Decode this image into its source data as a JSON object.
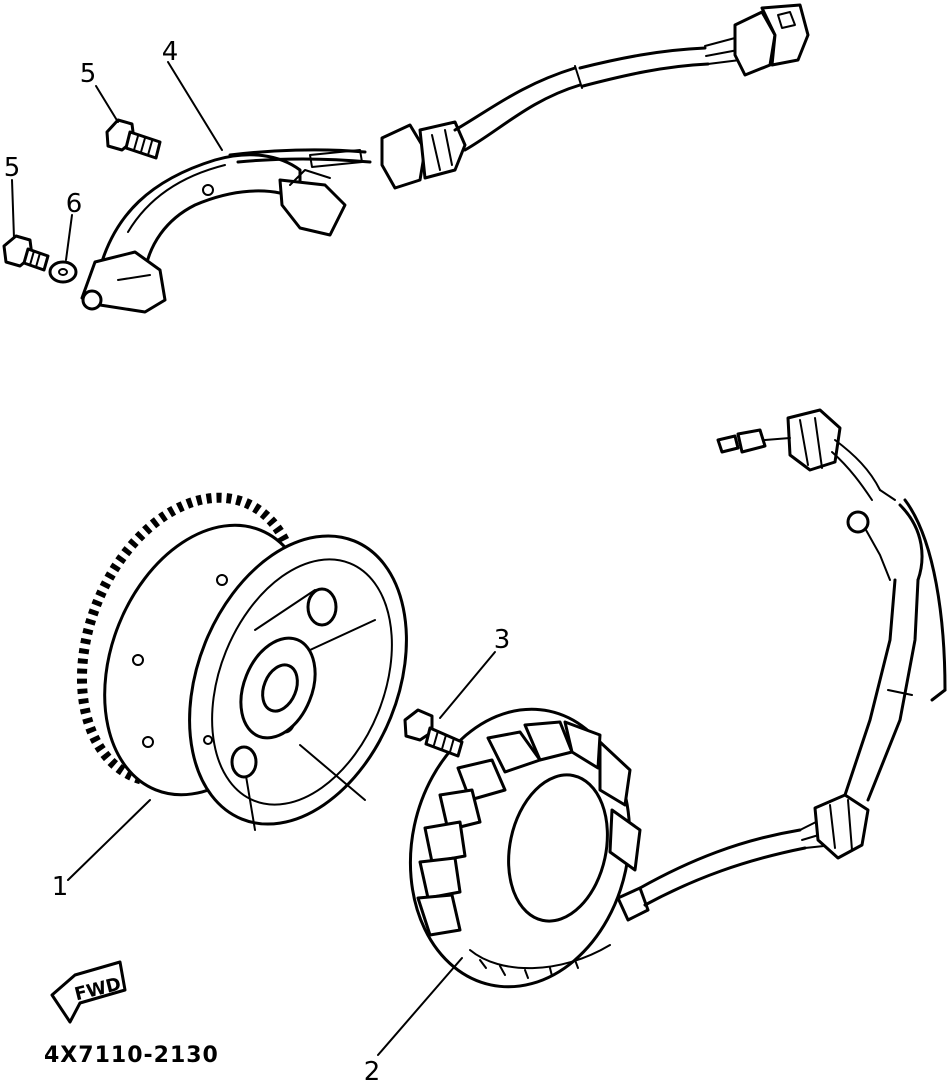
{
  "diagram": {
    "drawing_code": "4X7110-2130",
    "fwd_label": "FWD",
    "callouts": [
      {
        "id": "1",
        "label": "1"
      },
      {
        "id": "2",
        "label": "2"
      },
      {
        "id": "3",
        "label": "3"
      },
      {
        "id": "4",
        "label": "4"
      },
      {
        "id": "5a",
        "label": "5"
      },
      {
        "id": "5b",
        "label": "5"
      },
      {
        "id": "6",
        "label": "6"
      }
    ]
  }
}
